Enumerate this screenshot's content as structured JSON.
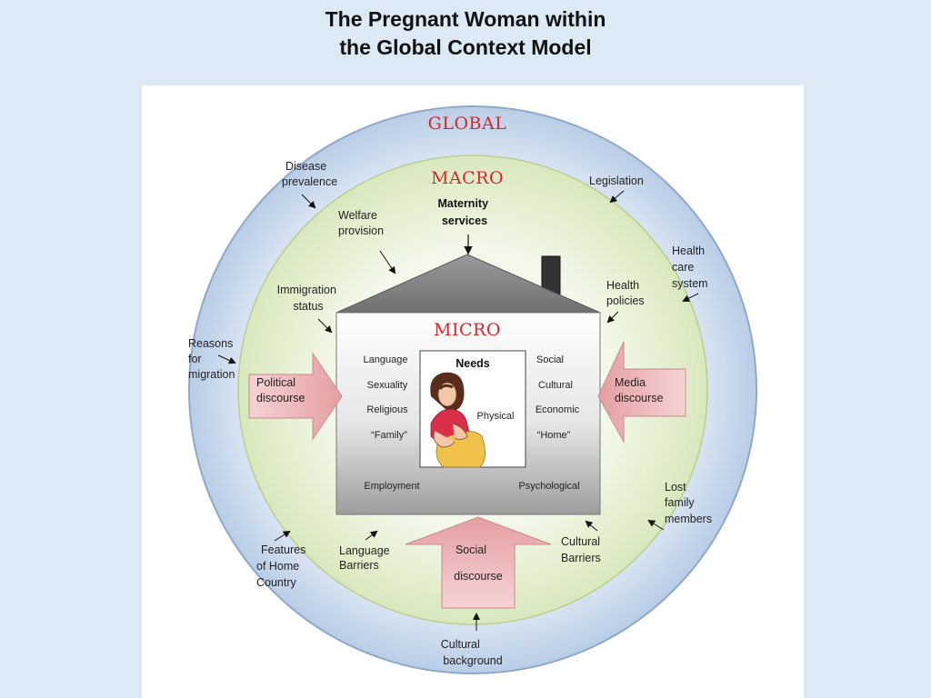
{
  "title_lines": [
    "The Pregnant Woman within",
    "the Global Context Model"
  ],
  "diagram": {
    "regions": {
      "global": "GLOBAL",
      "macro": "MACRO",
      "micro": "MICRO"
    },
    "maternity_services": [
      "Maternity",
      "services"
    ],
    "global_labels": {
      "disease_prevalence": [
        "Disease",
        "prevalence"
      ],
      "legislation": [
        "Legislation"
      ],
      "health_care_system": [
        "Health",
        "care",
        "system"
      ],
      "reasons_for_migration": [
        "Reasons",
        "for",
        "migration"
      ],
      "lost_family_members": [
        "Lost",
        "family",
        "members"
      ],
      "features_home_country": [
        "Features",
        "of Home",
        "Country"
      ],
      "cultural_background": [
        "Cultural",
        "background"
      ]
    },
    "macro_labels": {
      "welfare_provision": [
        "Welfare",
        "provision"
      ],
      "immigration_status": [
        "Immigration",
        "status"
      ],
      "health_policies": [
        "Health",
        "policies"
      ],
      "language_barriers": [
        "Language",
        "Barriers"
      ],
      "cultural_barriers": [
        "Cultural",
        "Barriers"
      ]
    },
    "arrows": {
      "political_discourse": [
        "Political",
        "discourse"
      ],
      "media_discourse": [
        "Media",
        "discourse"
      ],
      "social_discourse": [
        "Social",
        "discourse"
      ]
    },
    "micro_left": [
      "Language",
      "Sexuality",
      "Religious",
      "“Family”"
    ],
    "micro_right": [
      "Social",
      "Cultural",
      "Economic",
      "“Home”"
    ],
    "employment": "Employment",
    "psychological": "Psychological",
    "needs": "Needs",
    "physical": "Physical"
  },
  "colors": {
    "page_background": "#dbeaf4",
    "global_ring": "#c4d6ea",
    "macro_ring": "#e4efcf",
    "house_roof": "#8a8a8a",
    "house_body": "#b8b8b8",
    "arrow_fill": "#eab6b8",
    "region_text": "#d9252a"
  }
}
